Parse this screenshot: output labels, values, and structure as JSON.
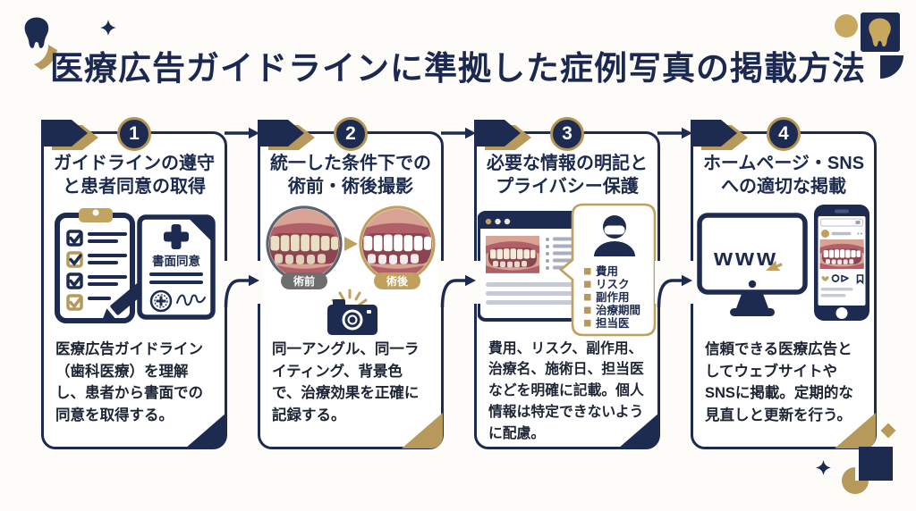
{
  "header": {
    "title": "医療広告ガイドラインに準拠した症例写真の掲載方法"
  },
  "palette": {
    "navy": "#1d2b50",
    "gold": "#b7995c",
    "gold_light": "#bfa05e",
    "gray_pill": "#6e6e6e",
    "background": "#fdfcf8",
    "text": "#1d2433"
  },
  "icons": {
    "tooth-logo": "tooth silhouette",
    "sparkle": "four-point star",
    "clipboard-checklist": "clipboard with checkboxes and pen",
    "consent-document": "document with medical cross, stamp and signature",
    "before-after-photos": "two circular smile photos",
    "camera": "photo camera with flash rays",
    "browser-window": "web page with photo and text lines",
    "masked-person": "person wearing face mask",
    "monitor-www": "desktop monitor with www and cursor",
    "smartphone-sns": "phone with social media post"
  },
  "steps": [
    {
      "number": "1",
      "title_line1": "ガイドラインの遵守",
      "title_line2": "と患者同意の取得",
      "document_label": "書面同意",
      "description": "医療広告ガイドライン（歯科医療）を理解し、患者から書面での同意を取得する。"
    },
    {
      "number": "2",
      "title_line1": "統一した条件下での",
      "title_line2": "術前・術後撮影",
      "before_label": "術前",
      "after_label": "術後",
      "description": "同一アングル、同一ライティング、背景色で、治療効果を正確に記録する。"
    },
    {
      "number": "3",
      "title_line1": "必要な情報の明記と",
      "title_line2": "プライバシー保護",
      "callout_items": [
        "費用",
        "リスク",
        "副作用",
        "治療期間",
        "担当医"
      ],
      "description": "費用、リスク、副作用、治療名、施術日、担当医などを明確に記載。個人情報は特定できないように配慮。"
    },
    {
      "number": "4",
      "title_line1": "ホームページ・SNS",
      "title_line2": "への適切な掲載",
      "www_label": "www",
      "description": "信頼できる医療広告としてウェブサイトやSNSに掲載。定期的な見直しと更新を行う。"
    }
  ]
}
